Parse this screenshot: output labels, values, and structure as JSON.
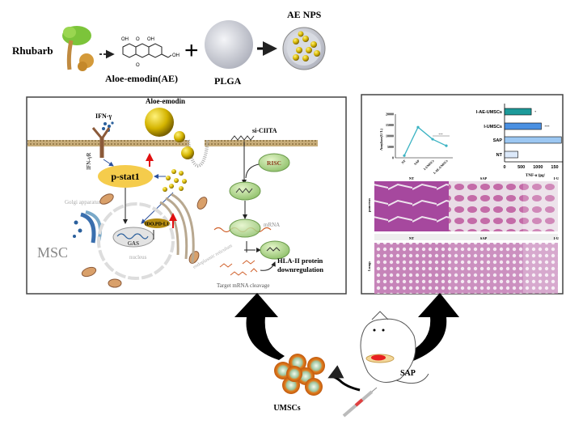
{
  "top": {
    "rhubarb": "Rhubarb",
    "ae_label": "Aloe-emodin(AE)",
    "oh1": "OH",
    "o1": "O",
    "oh2": "OH",
    "o2": "O",
    "oh3": "OH",
    "plga": "PLGA",
    "ae_nps": "AE NPS"
  },
  "mechanism": {
    "aloe_emodin": "Aloe-emodin",
    "ifn_gamma": "IFN-γ",
    "ifn_gamma_r": "IFN-γR",
    "p_stat1": "p-stat1",
    "golgi": "Golgi apparatus",
    "ido_pdl1": "IDO,PD-L1",
    "gas": "GAS",
    "nucleus": "nucleus",
    "er": "endoplasmic reticulum",
    "msc": "MSC",
    "si_ciita": "si-CIITA",
    "risc": "RISC",
    "mrna": "mRNA",
    "hla1": "HLA-II protein",
    "hla2": "downregulation",
    "cleavage": "Target mRNA cleavage"
  },
  "results": {
    "line_chart": {
      "type": "line",
      "ylabel": "Amylase(U/L)",
      "yticks": [
        "0",
        "5000",
        "10000",
        "15000",
        "20000"
      ],
      "categories": [
        "NT",
        "SAP",
        "I-UMSCs",
        "I-AE-UMSCs"
      ],
      "values": [
        1000,
        14000,
        8500,
        5500
      ],
      "ylim": [
        0,
        20000
      ],
      "sig": "***",
      "color": "#3bb3c3"
    },
    "bar_chart": {
      "type": "bar",
      "orientation": "horizontal",
      "categories": [
        "I-AE-UMSCs",
        "I-UMSCs",
        "SAP",
        "NT"
      ],
      "values": [
        800,
        1100,
        1700,
        400
      ],
      "colors": [
        "#1d9a9a",
        "#4a90e2",
        "#9cc7f2",
        "#dce9fa"
      ],
      "xticks": [
        "0",
        "500",
        "1000",
        "150"
      ],
      "xlabel": "TNF-α (pg/",
      "marks": [
        "*",
        "***",
        "",
        ""
      ],
      "xlim": [
        0,
        1500
      ]
    },
    "histology": {
      "columns": [
        "NT",
        "SAP",
        "I-U"
      ],
      "rows": [
        "pancreas",
        "Lungs"
      ]
    }
  },
  "bottom": {
    "umscs": "UMSCs",
    "sap": "SAP"
  }
}
